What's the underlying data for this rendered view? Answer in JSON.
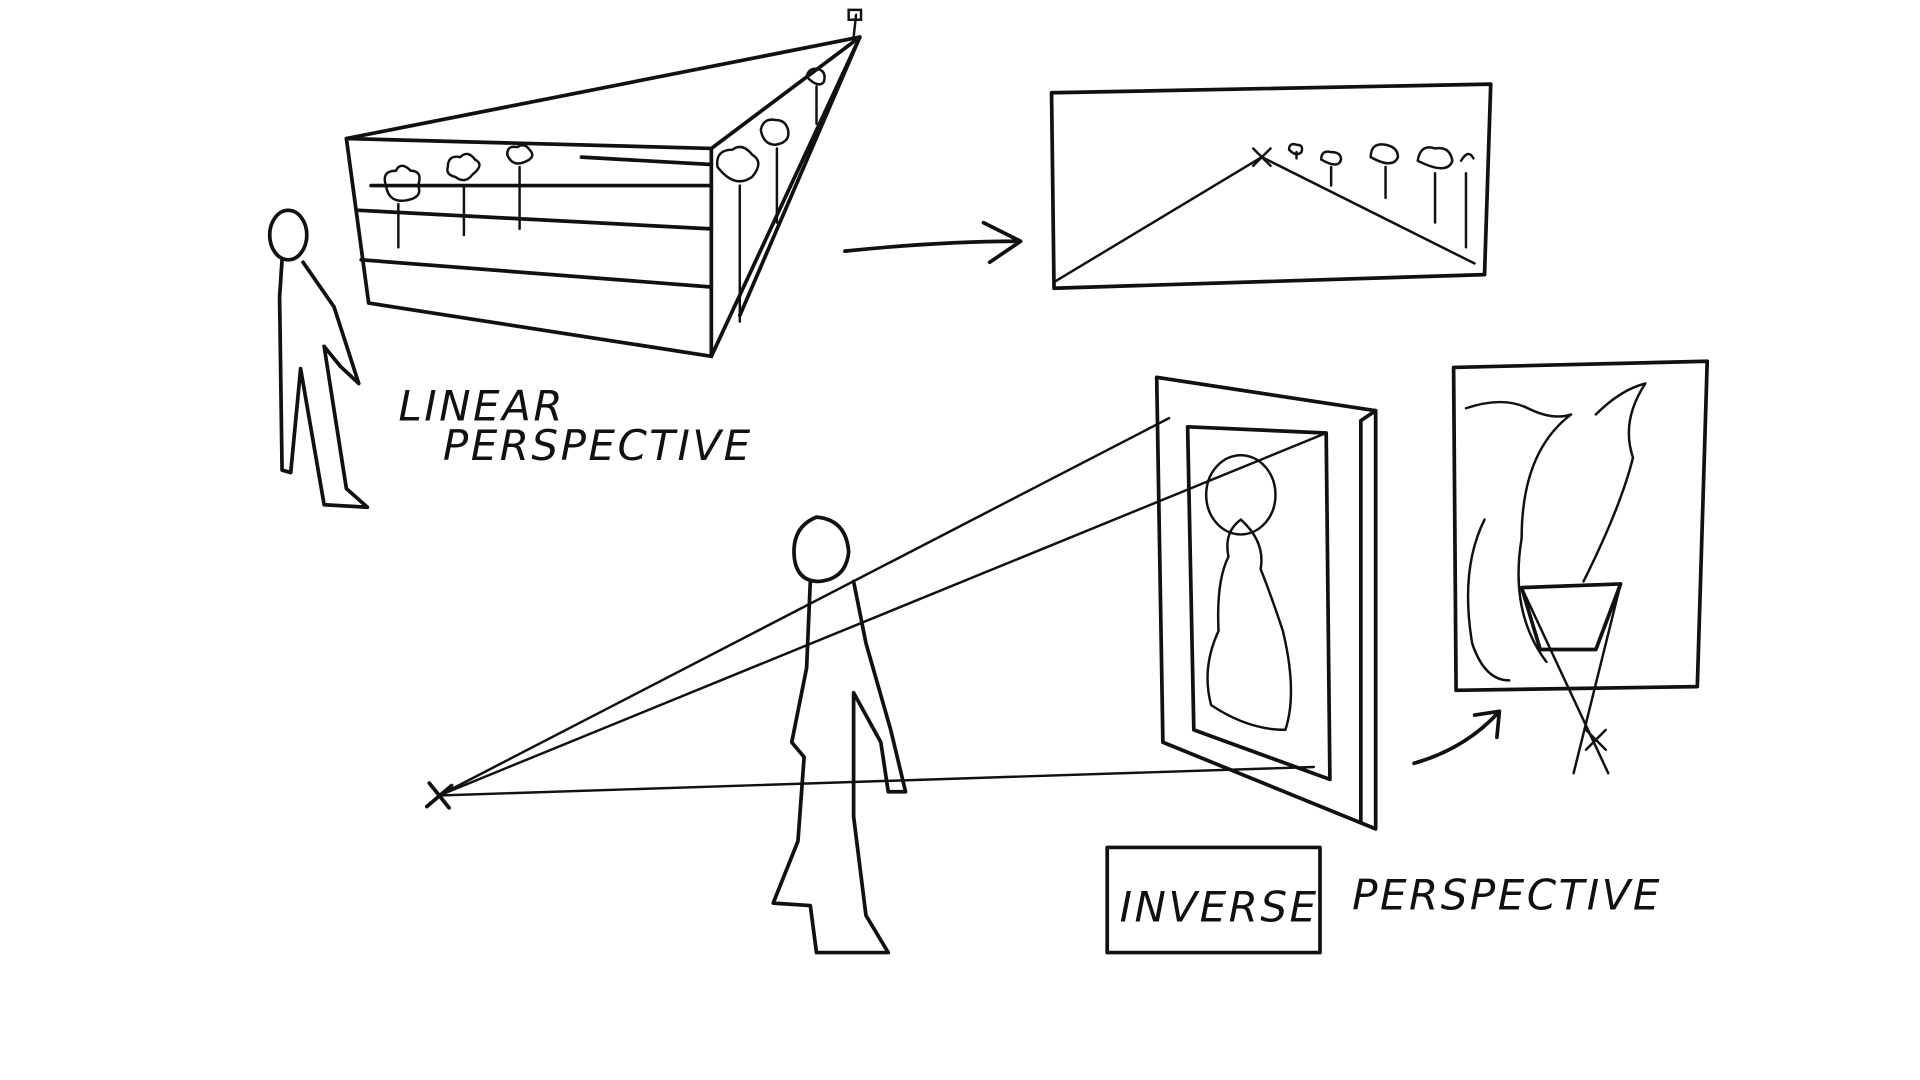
{
  "diagram": {
    "linear_label_line1": "LINEAR",
    "linear_label_line2": "PERSPECTIVE",
    "inverse_label_boxed": "INVERSE",
    "inverse_label_rest": "PERSPECTIVE"
  },
  "colors": {
    "ink": "#111111",
    "background": "#ffffff"
  }
}
